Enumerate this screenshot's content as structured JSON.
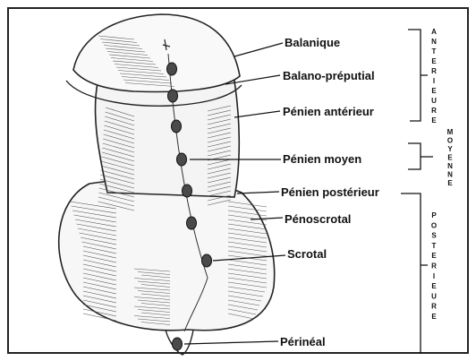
{
  "labels": {
    "balanique": "Balanique",
    "balano_preputial": "Balano-préputial",
    "penien_anterieur": "Pénien antérieur",
    "penien_moyen": "Pénien moyen",
    "penien_posterieur": "Pénien postérieur",
    "penoscrotal": "Pénoscrotal",
    "scrotal": "Scrotal",
    "perineal": "Périnéal"
  },
  "groups": {
    "anterieure": "ANTERIEURE",
    "moyenne": "MOYENNE",
    "posterieure": "POSTERIEURE"
  },
  "colors": {
    "ink": "#111111",
    "dot": "#4a4a4a"
  }
}
